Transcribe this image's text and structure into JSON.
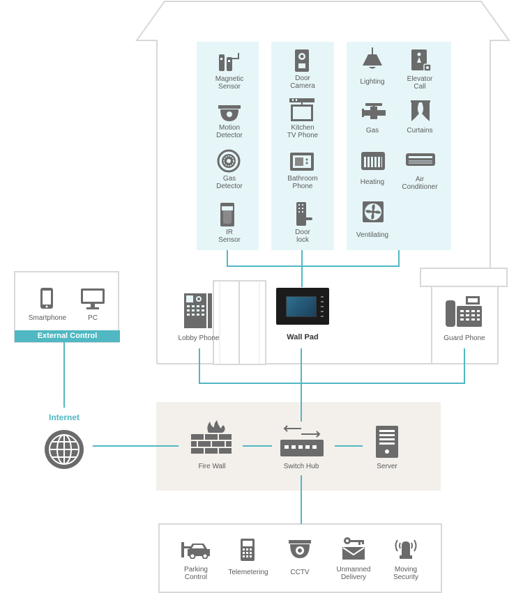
{
  "colors": {
    "accent": "#4fb8c2",
    "panel": "#e6f6f8",
    "network_bg": "#f3f0eb",
    "outline": "#d8d8d8",
    "icon": "#6b6b6b"
  },
  "sensors": {
    "magnetic_sensor": "Magnetic\nSensor",
    "motion_detector": "Motion\nDetector",
    "gas_detector": "Gas\nDetector",
    "ir_sensor": "IR\nSensor"
  },
  "phones": {
    "door_camera": "Door\nCamera",
    "kitchen_tv_phone": "Kitchen\nTV Phone",
    "bathroom_phone": "Bathroom\nPhone",
    "door_lock": "Door\nlock"
  },
  "appliances": {
    "lighting": "Lighting",
    "elevator_call": "Elevator\nCall",
    "gas": "Gas",
    "curtains": "Curtains",
    "heating": "Heating",
    "air_conditioner": "Air\nConditioner",
    "ventilating": "Ventilating"
  },
  "building": {
    "lobby_phone": "Lobby Phone",
    "wall_pad": "Wall Pad",
    "guard_phone": "Guard Phone"
  },
  "external": {
    "smartphone": "Smartphone",
    "pc": "PC",
    "title": "External Control",
    "internet": "Internet"
  },
  "network": {
    "fire_wall": "Fire Wall",
    "switch_hub": "Switch Hub",
    "server": "Server"
  },
  "services": {
    "parking_control": "Parking\nControl",
    "telemetering": "Telemetering",
    "cctv": "CCTV",
    "unmanned_delivery": "Unmanned\nDelivery",
    "moving_security": "Moving\nSecurity"
  }
}
